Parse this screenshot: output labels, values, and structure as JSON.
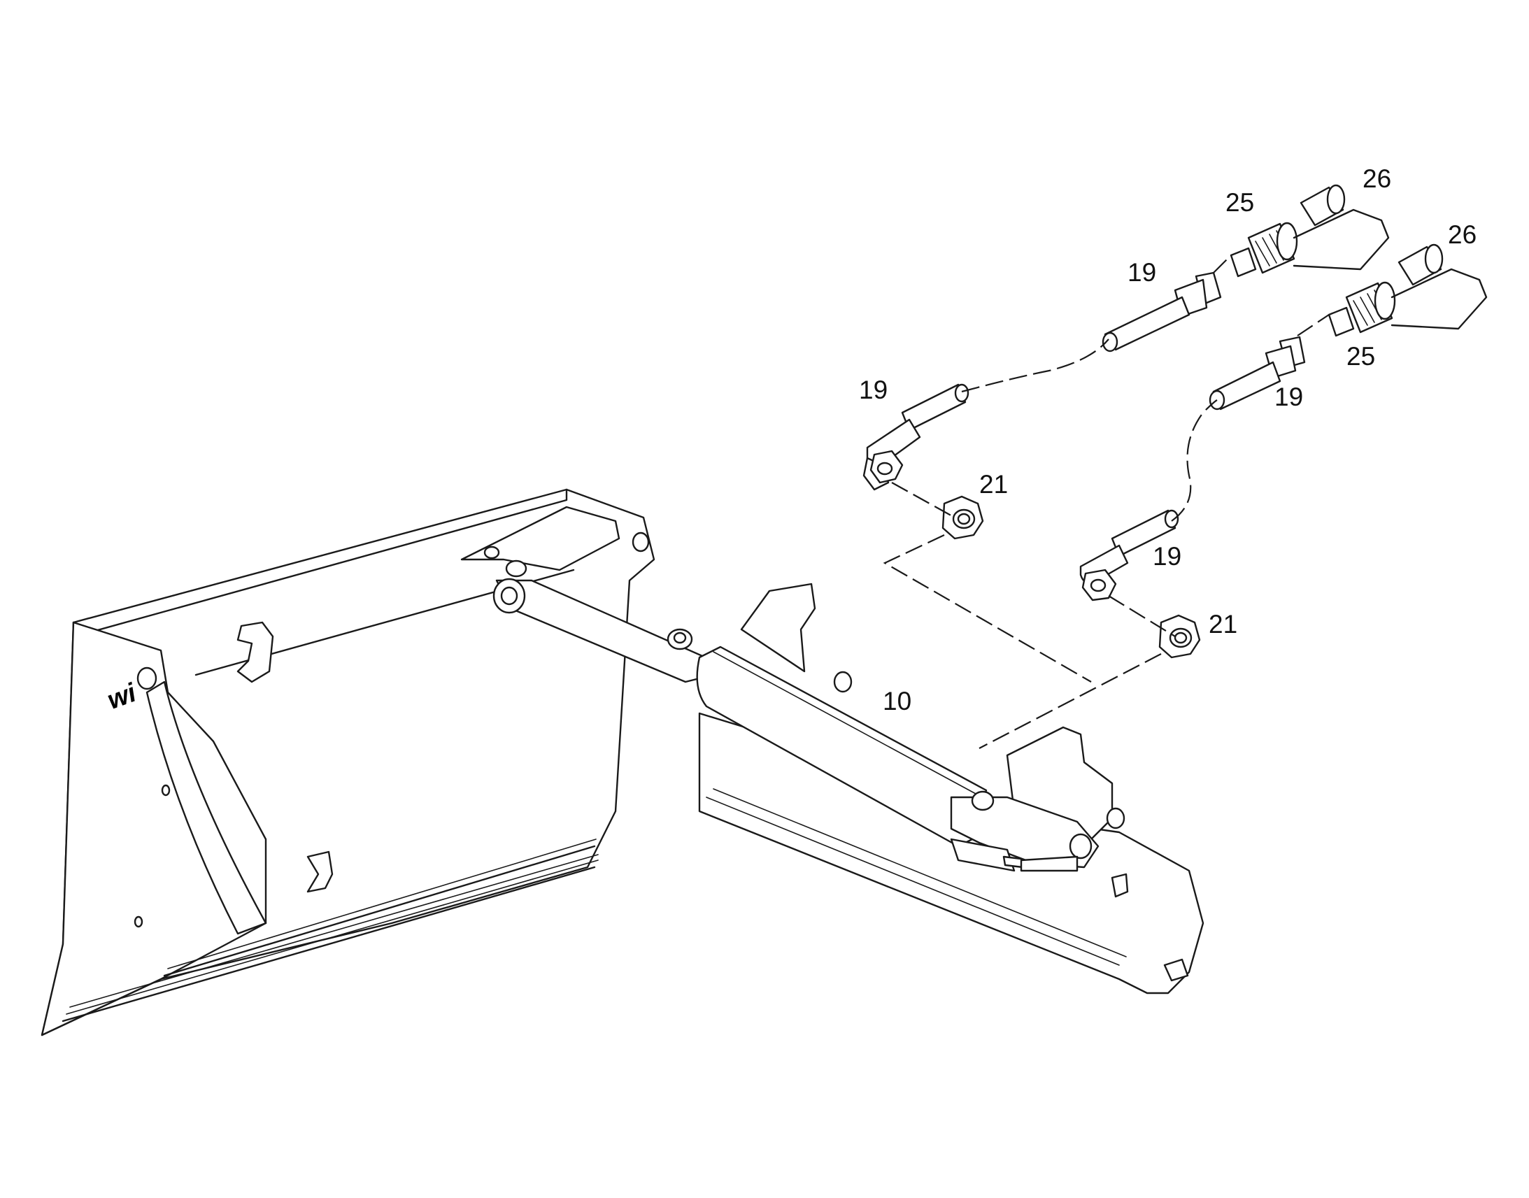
{
  "diagram": {
    "colors": {
      "line": "#1a1a1a",
      "background": "#ffffff"
    },
    "callouts": {
      "top_coupler_cap": "26",
      "top_coupler": "25",
      "top_hose_upper_end": "19",
      "top_hose_lower_end": "19",
      "top_fitting": "21",
      "lower_cap": "26",
      "lower_coupler": "25",
      "lower_hose_upper_end": "19",
      "lower_hose_lower_end": "19",
      "lower_fitting": "21",
      "cylinder": "10"
    },
    "bucket_logo": "wi"
  }
}
